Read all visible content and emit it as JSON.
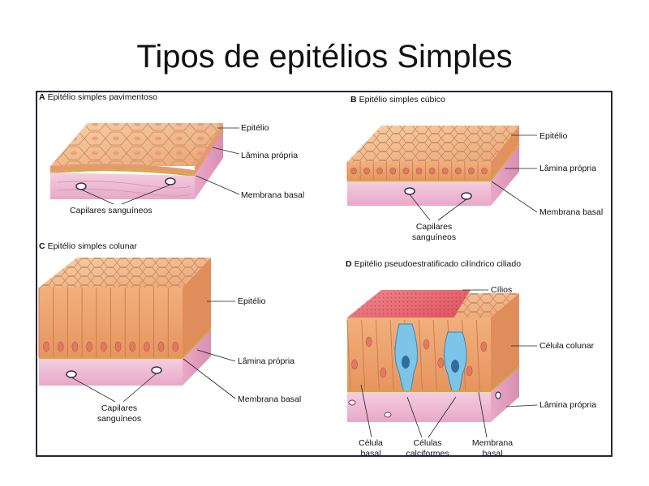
{
  "slide": {
    "title": "Tipos de epitélios Simples"
  },
  "panels": {
    "a": {
      "letter": "A",
      "title": "Epitélio simples pavimentoso",
      "epitelio": "Epitélio",
      "lamina": "Lâmina própria",
      "membrana": "Membrana basal",
      "capilares": "Capilares sanguíneos"
    },
    "b": {
      "letter": "B",
      "title": "Epitélio simples cúbico",
      "epitelio": "Epitélio",
      "lamina": "Lâmina própria",
      "membrana": "Membrana basal",
      "capilares_1": "Capilares",
      "capilares_2": "sanguíneos"
    },
    "c": {
      "letter": "C",
      "title": "Epitélio simples colunar",
      "epitelio": "Epitélio",
      "lamina": "Lâmina própria",
      "membrana": "Membrana basal",
      "capilares_1": "Capilares",
      "capilares_2": "sanguíneos"
    },
    "d": {
      "letter": "D",
      "title": "Epitélio pseudoestratificado cilíndrico ciliado",
      "cilios": "Cílios",
      "celula_colunar": "Célula colunar",
      "lamina": "Lâmina própria",
      "celula_basal_1": "Célula",
      "celula_basal_2": "basal",
      "calciformes_1": "Células",
      "calciformes_2": "calciformes",
      "membrana_1": "Membrana",
      "membrana_2": "basal"
    }
  },
  "colors": {
    "epithelium": "#f3b98a",
    "epithelium_dark": "#d9865a",
    "nucleus": "#e07a62",
    "lamina": "#f2c6dc",
    "lamina_dark": "#d991b6",
    "basal": "#d9b845",
    "cilia": "#e3505d",
    "goblet": "#7cc4e8",
    "frame": "#2b2340"
  }
}
